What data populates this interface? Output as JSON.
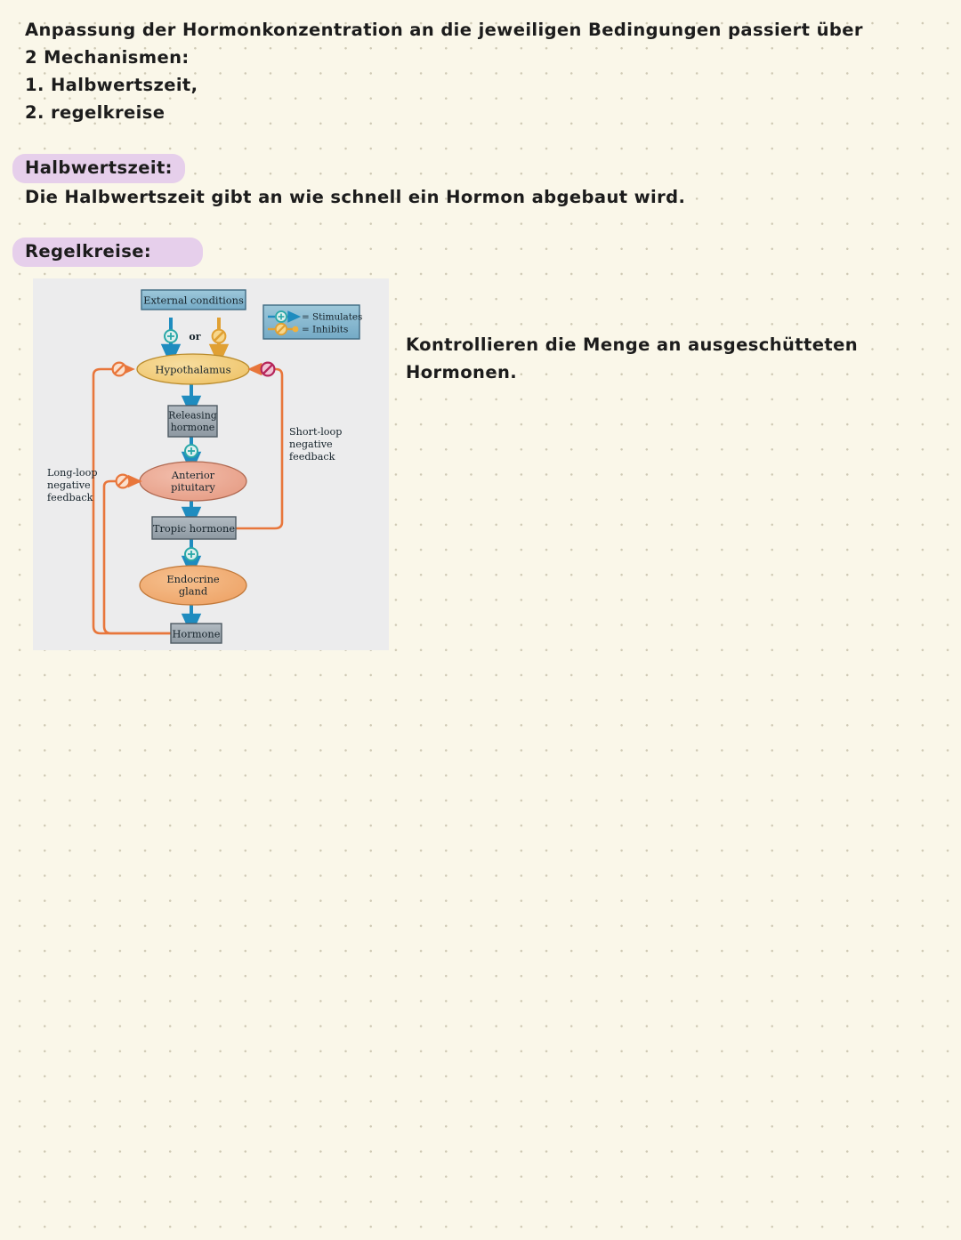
{
  "page": {
    "background_color": "#faf7e9",
    "dot_color": "#cfc9b4",
    "highlight_color": "#e6cfeb",
    "text_color": "#1c1c1c"
  },
  "intro": {
    "lines": [
      "Anpassung der Hormonkonzentration an die jeweiligen Bedingungen passiert über",
      "2 Mechanismen:",
      "1. Halbwertszeit,",
      "2. regelkreise"
    ]
  },
  "sections": {
    "halbwertszeit": {
      "heading": "Halbwertszeit:",
      "body": "Die Halbwertszeit gibt an wie schnell ein Hormon abgebaut wird."
    },
    "regelkreise": {
      "heading": "Regelkreise:",
      "note_lines": [
        "Kontrollieren die Menge an ausgeschütteten",
        "Hormonen."
      ]
    }
  },
  "figure": {
    "name": "hypothalamus-pituitary-feedback-diagram",
    "background_color": "#ececed",
    "colors": {
      "box_blue_fill": "#7fb4cc",
      "box_gray_fill": "#9aa5ad",
      "oval_yellow_fill": "#f2cd7a",
      "oval_pink_fill": "#eca893",
      "oval_orange_fill": "#f0ac74",
      "arrow_blue": "#1f8cbf",
      "arrow_orange": "#e8984f",
      "feedback_line": "#e8763b",
      "plus_circle": "#2aa8a8",
      "inhibit_orange": "#f2b33c",
      "inhibit_red": "#b5255a",
      "legend_fill": "#7fb4cc"
    },
    "nodes": [
      {
        "id": "external-conditions",
        "label": "External conditions",
        "shape": "box",
        "fill": "blue"
      },
      {
        "id": "hypothalamus",
        "label": "Hypothalamus",
        "shape": "ellipse",
        "fill": "yellow"
      },
      {
        "id": "releasing-hormone",
        "label": "Releasing hormone",
        "shape": "box",
        "fill": "gray"
      },
      {
        "id": "anterior-pituitary",
        "label": "Anterior pituitary",
        "shape": "ellipse",
        "fill": "pink"
      },
      {
        "id": "tropic-hormone",
        "label": "Tropic hormone",
        "shape": "box",
        "fill": "gray"
      },
      {
        "id": "endocrine-gland",
        "label": "Endocrine gland",
        "shape": "ellipse",
        "fill": "orange"
      },
      {
        "id": "hormone",
        "label": "Hormone",
        "shape": "box",
        "fill": "gray"
      }
    ],
    "labels": {
      "or": "or",
      "short_loop": [
        "Short-loop",
        "negative",
        "feedback"
      ],
      "long_loop": [
        "Long-loop",
        "negative",
        "feedback"
      ]
    },
    "legend": {
      "stimulates": "= Stimulates",
      "inhibits": "= Inhibits"
    }
  }
}
